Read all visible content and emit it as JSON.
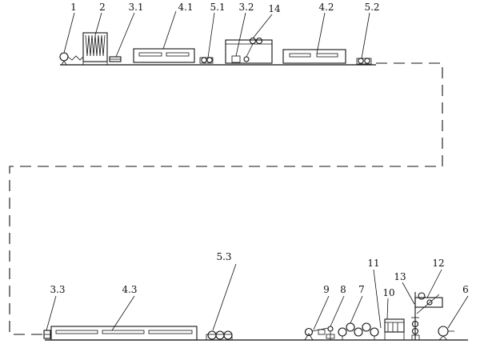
{
  "labels": {
    "l1": "1",
    "l2": "2",
    "l3_1": "3.1",
    "l4_1": "4.1",
    "l5_1": "5.1",
    "l3_2": "3.2",
    "l14": "14",
    "l4_2": "4.2",
    "l5_2": "5.2",
    "l5_3": "5.3",
    "l3_3": "3.3",
    "l4_3": "4.3",
    "l9": "9",
    "l8": "8",
    "l7": "7",
    "l10": "10",
    "l11": "11",
    "l13": "13",
    "l12": "12",
    "l6": "6"
  },
  "colors": {
    "line": "#111111",
    "background": "#ffffff"
  }
}
